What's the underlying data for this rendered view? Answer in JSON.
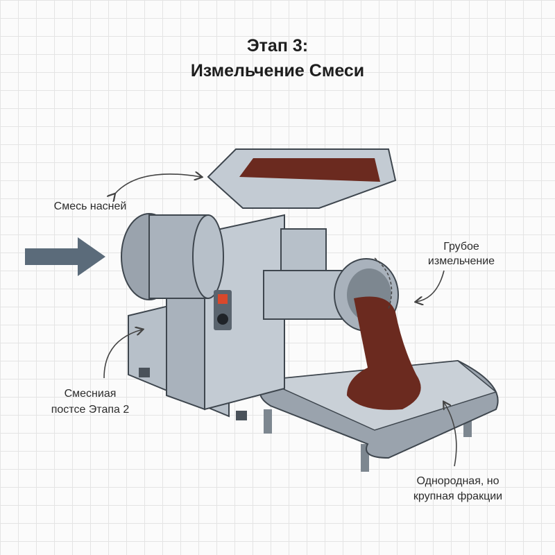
{
  "title": {
    "line1": "Этап 3:",
    "line2": "Измельчение Смеси"
  },
  "labels": {
    "input_mix": "Смесь насней",
    "coarse_grind": {
      "line1": "Грубое",
      "line2": "измельчение"
    },
    "mix_after_stage": {
      "line1": "Смесниая",
      "line2": "постсе Этапа 2"
    },
    "result": {
      "line1": "Однородная, но",
      "line2": "крупная фракции"
    }
  },
  "colors": {
    "metal": "#a9b2bc",
    "meat": "#6b2a1f",
    "arrow": "#5b6b7a",
    "switch": "#d9482b"
  }
}
